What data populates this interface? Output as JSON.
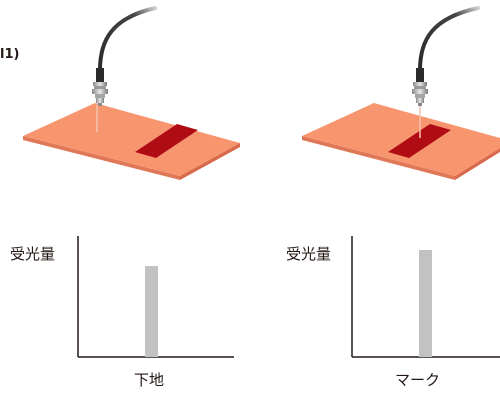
{
  "note_fragment": "l1)",
  "left_case": {
    "y_axis_label": "受光量",
    "caption": "下地",
    "received_light": 0.79
  },
  "right_case": {
    "y_axis_label": "受光量",
    "caption": "マーク",
    "received_light": 0.93
  },
  "colors": {
    "plate": "#f7956f",
    "plate_side": "#e07757",
    "mark": "#b00c14",
    "bar": "#c2c2c2",
    "axis": "#231815"
  }
}
